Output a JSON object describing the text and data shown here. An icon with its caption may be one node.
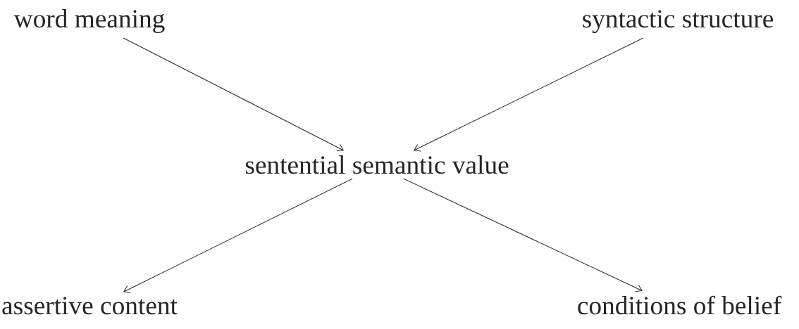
{
  "diagram": {
    "nodes": [
      {
        "text": [
          "word meaning"
        ]
      },
      {
        "text": [
          "syntactic structure"
        ]
      },
      {
        "text": [
          "sentential semantic value"
        ]
      },
      {
        "text": [
          "assertive content"
        ]
      },
      {
        "text": [
          "conditions of belief"
        ]
      }
    ],
    "edges": [
      {
        "from": 0,
        "to": 2,
        "arrow": "to"
      },
      {
        "from": 1,
        "to": 2,
        "arrow": "to"
      },
      {
        "from": 2,
        "to": 3,
        "arrow": "to"
      },
      {
        "from": 2,
        "to": 4,
        "arrow": "to"
      }
    ]
  }
}
